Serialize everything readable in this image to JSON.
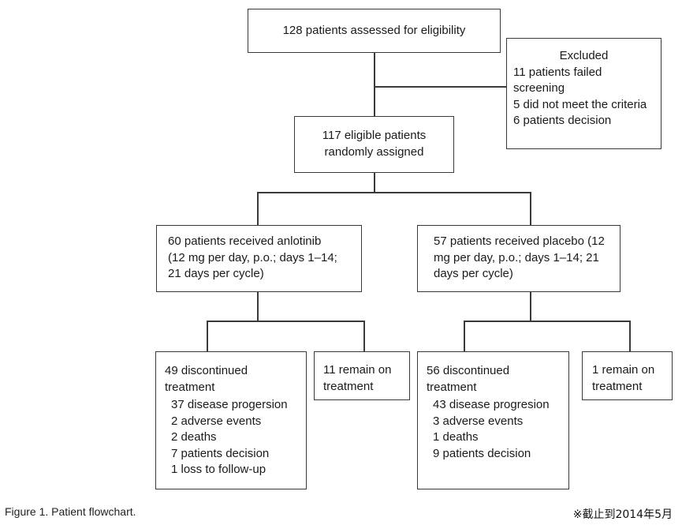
{
  "boxes": {
    "assessed": "128 patients assessed for eligibility",
    "excluded": {
      "title": "Excluded",
      "lines": [
        "11 patients failed",
        "screening",
        "5 did not meet the criteria",
        "6 patients decision"
      ]
    },
    "randomized": [
      "117 eligible patients",
      "randomly assigned"
    ],
    "anlotinib": [
      "60 patients received anlotinib",
      "(12 mg per day, p.o.; days 1–14;",
      "21 days per cycle)"
    ],
    "placebo": [
      "57 patients received placebo (12",
      "mg per day, p.o.; days 1–14; 21",
      "days per cycle)"
    ],
    "anlotinib_discontinued": {
      "heading": [
        "49 discontinued",
        "treatment"
      ],
      "reasons": [
        "37 disease progersion",
        "2 adverse events",
        "2 deaths",
        "7 patients decision",
        "1 loss to follow-up"
      ]
    },
    "anlotinib_remain": [
      "11 remain on",
      "treatment"
    ],
    "placebo_discontinued": {
      "heading": [
        "56 discontinued",
        "treatment"
      ],
      "reasons": [
        "43 disease progresion",
        "3 adverse events",
        "1 deaths",
        "9 patients decision"
      ]
    },
    "placebo_remain": [
      "1 remain on",
      "treatment"
    ]
  },
  "caption": "Figure 1. Patient flowchart.",
  "note": "※截止到2014年5月"
}
